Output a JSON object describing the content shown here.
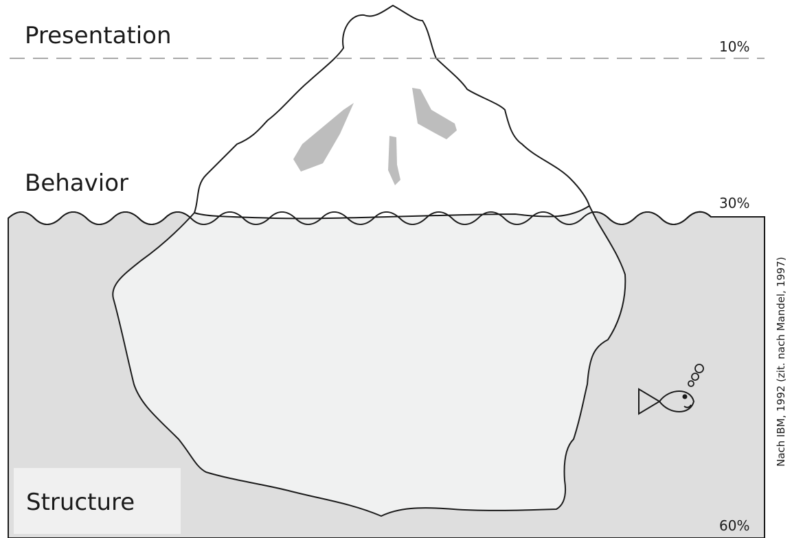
{
  "layers": {
    "presentation": {
      "label": "Presentation",
      "percent": "10%"
    },
    "behavior": {
      "label": "Behavior",
      "percent": "30%"
    },
    "structure": {
      "label": "Structure",
      "percent": "60%"
    }
  },
  "citation": "Nach IBM, 1992 (zit. nach Mandel, 1997)",
  "colors": {
    "water": "#dedede",
    "ice": "#f0f1f1",
    "ice_above": "#ffffff",
    "crevice": "#bdbdbd",
    "outline": "#1a1a1a",
    "dashed_line": "#8a8a8a"
  },
  "icons": {
    "fish": "fish-icon",
    "bubbles": "bubble-icon"
  }
}
